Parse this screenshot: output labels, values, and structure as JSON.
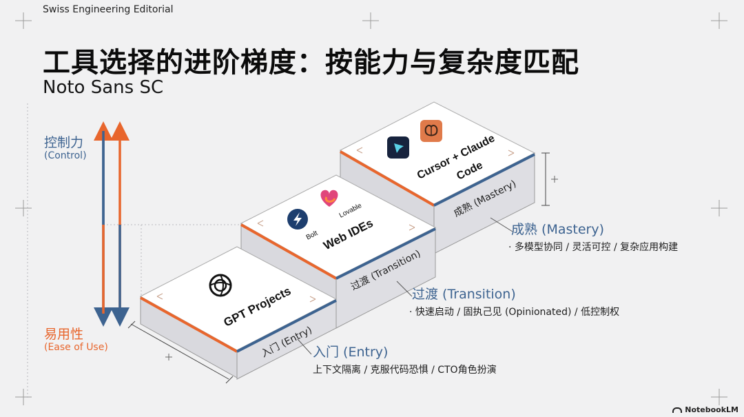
{
  "header": {
    "brand": "Swiss Engineering Editorial",
    "title": "工具选择的进阶梯度：按能力与复杂度匹配",
    "subtitle": "Noto Sans SC"
  },
  "axis": {
    "top_label": "控制力",
    "top_sub": "(Control)",
    "bottom_label": "易用性",
    "bottom_sub": "(Ease of Use)",
    "colors": {
      "control": "#3d6390",
      "ease": "#e8662d"
    }
  },
  "steps": [
    {
      "top_title": "GPT Projects",
      "side_label": "入门 (Entry)",
      "logos": [
        {
          "icon": "openai-icon",
          "label": ""
        }
      ],
      "detail_title": "入门 (Entry)",
      "detail_desc": "上下文隔离 / 克服代码恐惧 / CTO角色扮演"
    },
    {
      "top_title": "Web IDEs",
      "side_label": "过渡 (Transition)",
      "logos": [
        {
          "icon": "bolt-icon",
          "label": "Bolt"
        },
        {
          "icon": "lovable-heart-icon",
          "label": "Lovable"
        }
      ],
      "detail_title": "过渡 (Transition)",
      "detail_desc": "· 快速启动 / 固执己见 (Opinionated) / 低控制权"
    },
    {
      "top_title_line1": "Cursor + Claude",
      "top_title_line2": "Code",
      "side_label": "成熟 (Mastery)",
      "logos": [
        {
          "icon": "cursor-icon",
          "label": ""
        },
        {
          "icon": "brain-icon",
          "label": ""
        }
      ],
      "detail_title": "成熟 (Mastery)",
      "detail_desc": "· 多模型协同 / 灵活可控 / 复杂应用构建"
    }
  ],
  "footer": {
    "brand": "NotebookLM"
  }
}
